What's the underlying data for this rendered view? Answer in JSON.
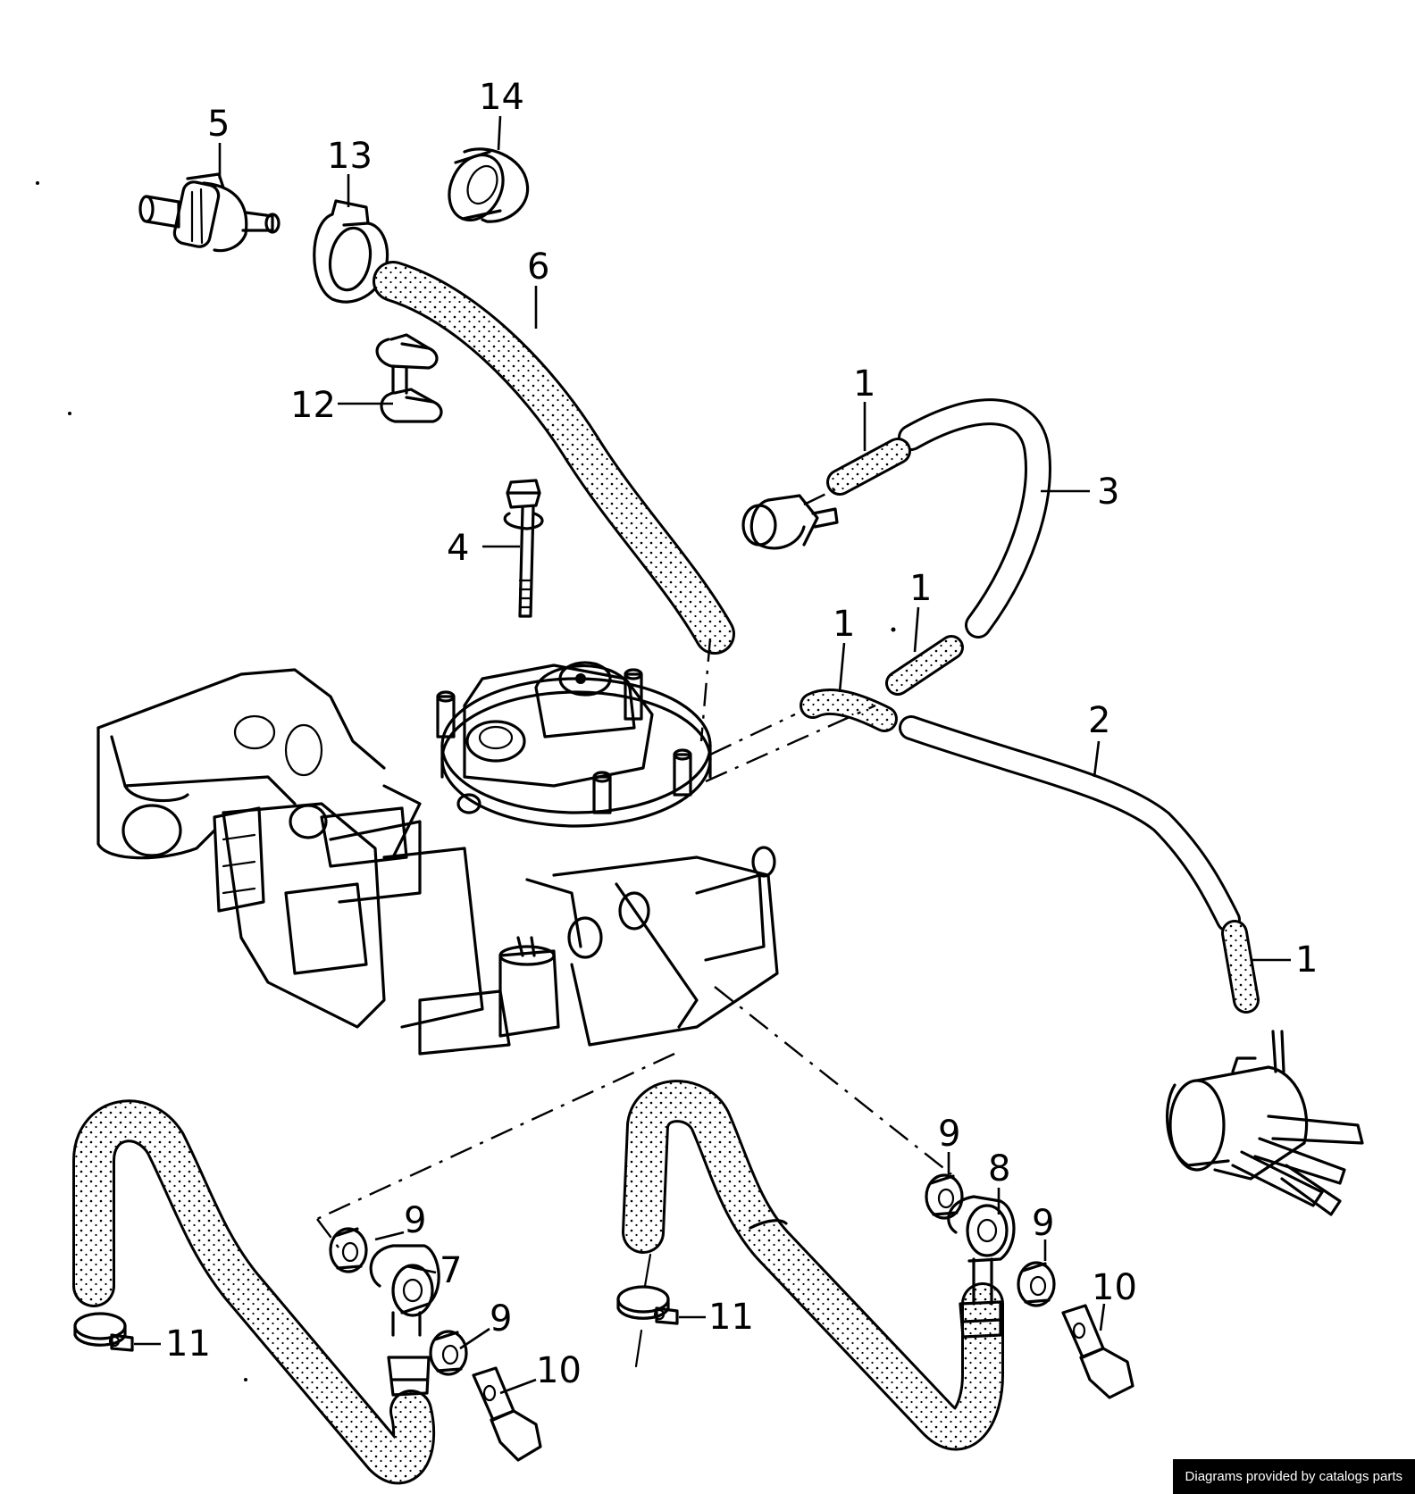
{
  "footer": {
    "credit": "Diagrams provided by catalogs parts"
  },
  "callouts": {
    "c1a": "1",
    "c1b": "1",
    "c1c": "1",
    "c1d": "1",
    "c2": "2",
    "c3": "3",
    "c4": "4",
    "c5": "5",
    "c6": "6",
    "c7": "7",
    "c8": "8",
    "c9a": "9",
    "c9b": "9",
    "c9c": "9",
    "c9d": "9",
    "c10a": "10",
    "c10b": "10",
    "c11a": "11",
    "c11b": "11",
    "c12": "12",
    "c13": "13",
    "c14": "14"
  }
}
